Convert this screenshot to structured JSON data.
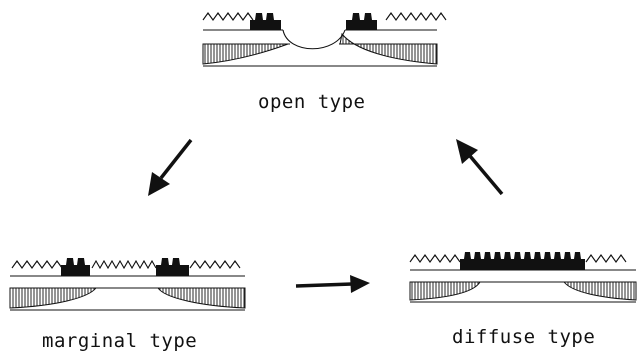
{
  "labels": {
    "open": "open type",
    "marginal": "marginal type",
    "diffuse": "diffuse type"
  },
  "panels": [
    {
      "id": "open-type",
      "variant": "open"
    },
    {
      "id": "marginal-type",
      "variant": "marginal"
    },
    {
      "id": "diffuse-type",
      "variant": "diffuse"
    }
  ],
  "arrows": [
    {
      "id": "open-to-marginal",
      "from": "open type",
      "to": "marginal type"
    },
    {
      "id": "marginal-to-diffuse",
      "from": "marginal type",
      "to": "diffuse type"
    },
    {
      "id": "diffuse-to-open",
      "from": "diffuse type",
      "to": "open type"
    }
  ],
  "colors": {
    "ink": "#111111",
    "paper": "#ffffff"
  }
}
